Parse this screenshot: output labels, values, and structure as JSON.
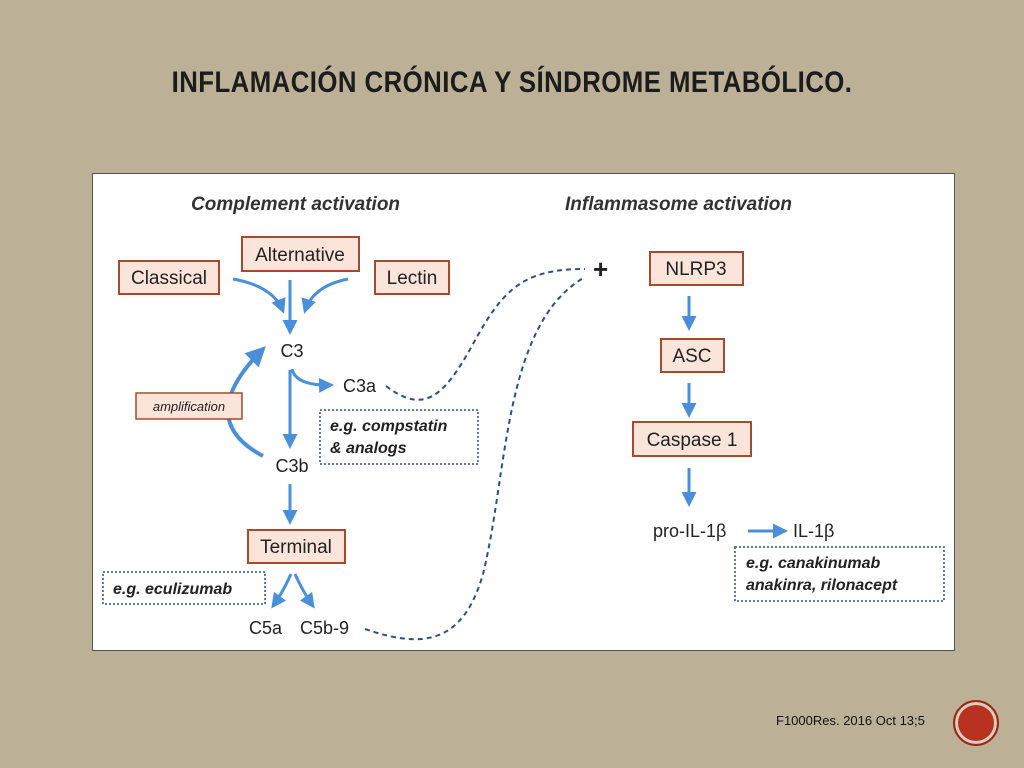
{
  "slide": {
    "title": "INFLAMACIÓN CRÓNICA Y SÍNDROME METABÓLICO.",
    "citation": "F1000Res. 2016 Oct 13;5",
    "page_number": "",
    "badge_color": "#b8321f"
  },
  "diagram": {
    "complement": {
      "heading": "Complement activation",
      "classical": "Classical",
      "alternative": "Alternative",
      "lectin": "Lectin",
      "c3": "C3",
      "c3a": "C3a",
      "amplification": "amplification",
      "c3b": "C3b",
      "compstatin_note_line1": "e.g. compstatin",
      "compstatin_note_line2": "& analogs",
      "terminal": "Terminal",
      "eculizumab_note": "e.g. eculizumab",
      "c5a": "C5a",
      "c5b9": "C5b-9"
    },
    "inflammasome": {
      "heading": "Inflammasome activation",
      "plus": "+",
      "nlrp3": "NLRP3",
      "asc": "ASC",
      "caspase1": "Caspase 1",
      "pro_il1b": "pro-IL-1β",
      "il1b": "IL-1β",
      "canakinumab_note_line1": "e.g. canakinumab",
      "canakinumab_note_line2": "anakinra, rilonacept"
    },
    "colors": {
      "box_fill": "#fbe5da",
      "box_stroke": "#a34a2f",
      "arrow": "#4a90d9",
      "dashed_link": "#2c4f8a",
      "note_border": "#2c4f8a"
    }
  }
}
